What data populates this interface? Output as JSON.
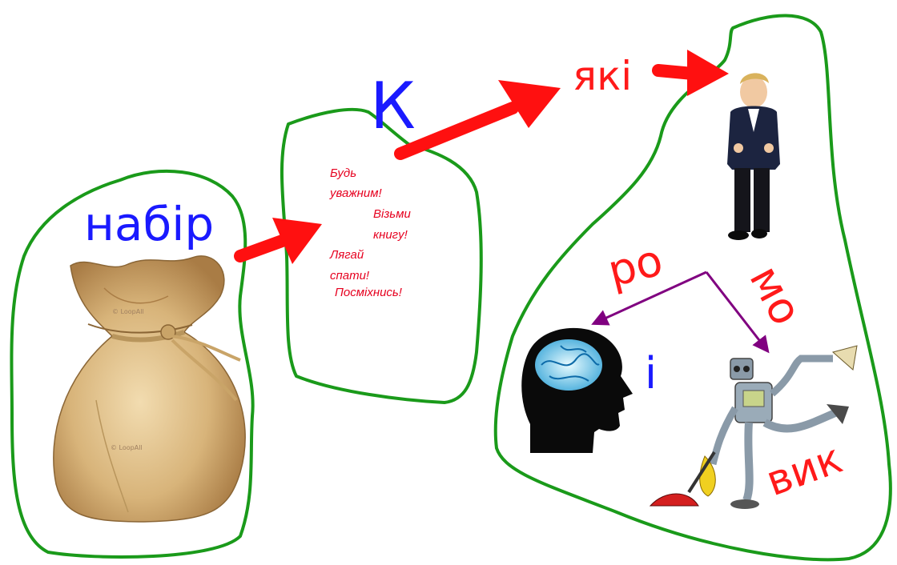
{
  "labels": {
    "nabir": "набір",
    "k": "К",
    "yaki": "які",
    "ro": "ро",
    "mo": "мо",
    "i": "і",
    "vyk": "вик"
  },
  "commands": [
    "Будь",
    "уважним!",
    "Візьми",
    "книгу!",
    "Лягай",
    "спати!",
    "Посміхнись!"
  ],
  "watermarks": [
    "© LoopAll",
    "© LoopAll"
  ],
  "colors": {
    "outline": "#1a9a1a",
    "label_blue": "#1a1aff",
    "label_red": "#ff1a1a",
    "command_text": "#e6001f",
    "arrow_red": "#ff1010",
    "arrow_purple": "#800080"
  },
  "icons": [
    "sack-image",
    "boy-in-suit-image",
    "brain-head-image",
    "robot-vacuum-image"
  ]
}
